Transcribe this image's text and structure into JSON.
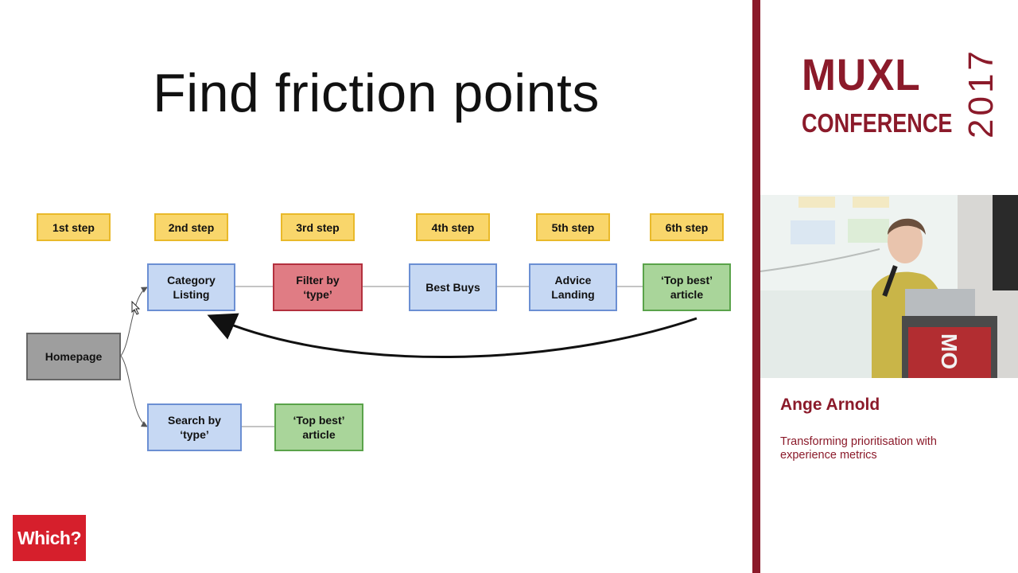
{
  "slide": {
    "title": "Find friction points",
    "steps": [
      "1st step",
      "2nd step",
      "3rd step",
      "4th step",
      "5th step",
      "6th step"
    ],
    "nodes": {
      "homepage": "Homepage",
      "category_listing": "Category\nListing",
      "filter_by_type": "Filter by\n‘type’",
      "best_buys": "Best Buys",
      "advice_landing": "Advice\nLanding",
      "top_best_article_1": "‘Top best’\narticle",
      "search_by_type": "Search by\n‘type’",
      "top_best_article_2": "‘Top best’\narticle"
    },
    "logo_text": "Which?"
  },
  "colors": {
    "accent": "#8b1a2a",
    "step_fill": "#f9d66b",
    "blue_fill": "#c6d8f3",
    "red_fill": "#e07c84",
    "green_fill": "#a9d59a",
    "grey_fill": "#9e9e9e",
    "which_red": "#d61f2c"
  },
  "sidebar": {
    "conference_logo": {
      "line1": "MUXL",
      "line2": "CONFERENCE",
      "year": "2017"
    },
    "speaker_name": "Ange Arnold",
    "talk_title": "Transforming prioritisation with experience metrics"
  }
}
